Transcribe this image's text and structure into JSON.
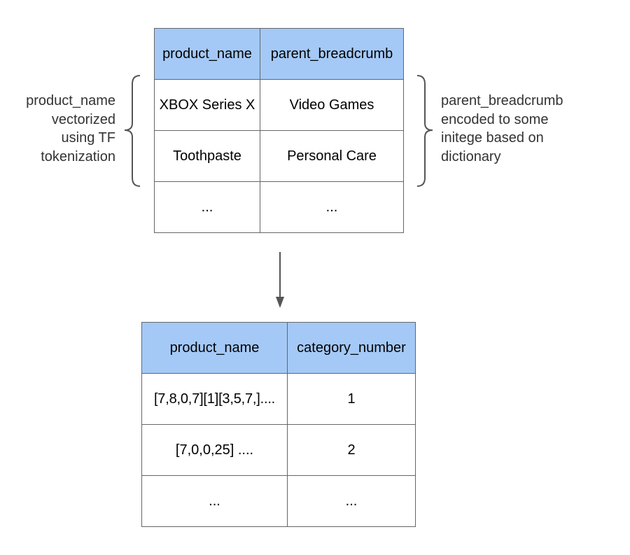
{
  "top_table": {
    "headers": [
      "product_name",
      "parent_breadcrumb"
    ],
    "rows": [
      [
        "XBOX Series X",
        "Video Games"
      ],
      [
        "Toothpaste",
        "Personal Care"
      ],
      [
        "...",
        "..."
      ]
    ]
  },
  "left_note": "product_name\nvectorized\nusing TF\ntokenization",
  "right_note": "parent_breadcrumb\nencoded to some\ninitege based on\ndictionary",
  "bottom_table": {
    "headers": [
      "product_name",
      "category_number"
    ],
    "rows": [
      [
        "[7,8,0,7][1][3,5,7,]....",
        "1"
      ],
      [
        "[7,0,0,25] ....",
        "2"
      ],
      [
        "...",
        "..."
      ]
    ]
  }
}
